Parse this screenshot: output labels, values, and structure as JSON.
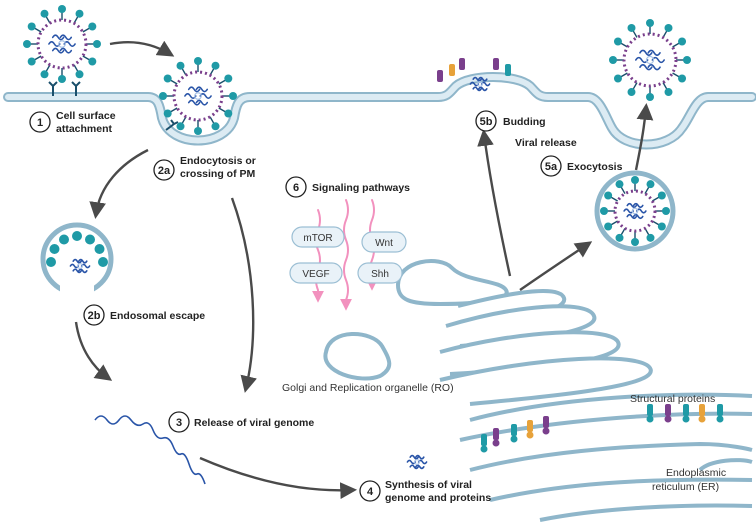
{
  "colors": {
    "membrane_fill": "#cfe3ee",
    "membrane_stroke": "#8fb6ca",
    "spike_teal": "#1f9aa6",
    "spike_dark": "#1a4f6b",
    "rna_blue": "#2a55a8",
    "rna_light": "#a9c3e6",
    "arrow": "#4a4a4a",
    "signal_pink": "#e8388a",
    "envelope_purple": "#7a3f8c",
    "envelope_orange": "#e7a23a",
    "pathway_fill": "#e9f2f8",
    "pathway_stroke": "#9cbfd4"
  },
  "steps": {
    "s1": {
      "num": "1",
      "line1": "Cell surface",
      "line2": "attachment"
    },
    "s2a": {
      "num": "2a",
      "line1": "Endocytosis or",
      "line2": "crossing of PM"
    },
    "s2b": {
      "num": "2b",
      "line1": "Endosomal escape"
    },
    "s3": {
      "num": "3",
      "line1": "Release of viral genome"
    },
    "s4": {
      "num": "4",
      "line1": "Synthesis of viral",
      "line2": "genome and proteins"
    },
    "s5a": {
      "num": "5a",
      "line1": "Exocytosis"
    },
    "s5b": {
      "num": "5b",
      "line1": "Budding"
    },
    "s6": {
      "num": "6",
      "line1": "Signaling pathways"
    }
  },
  "labels": {
    "viral_release": "Viral release",
    "golgi": "Golgi and Replication organelle (RO)",
    "structural_proteins": "Structural proteins",
    "er_line1": "Endoplasmic",
    "er_line2": "reticulum (ER)"
  },
  "pathways": [
    "mTOR",
    "Wnt",
    "VEGF",
    "Shh"
  ]
}
